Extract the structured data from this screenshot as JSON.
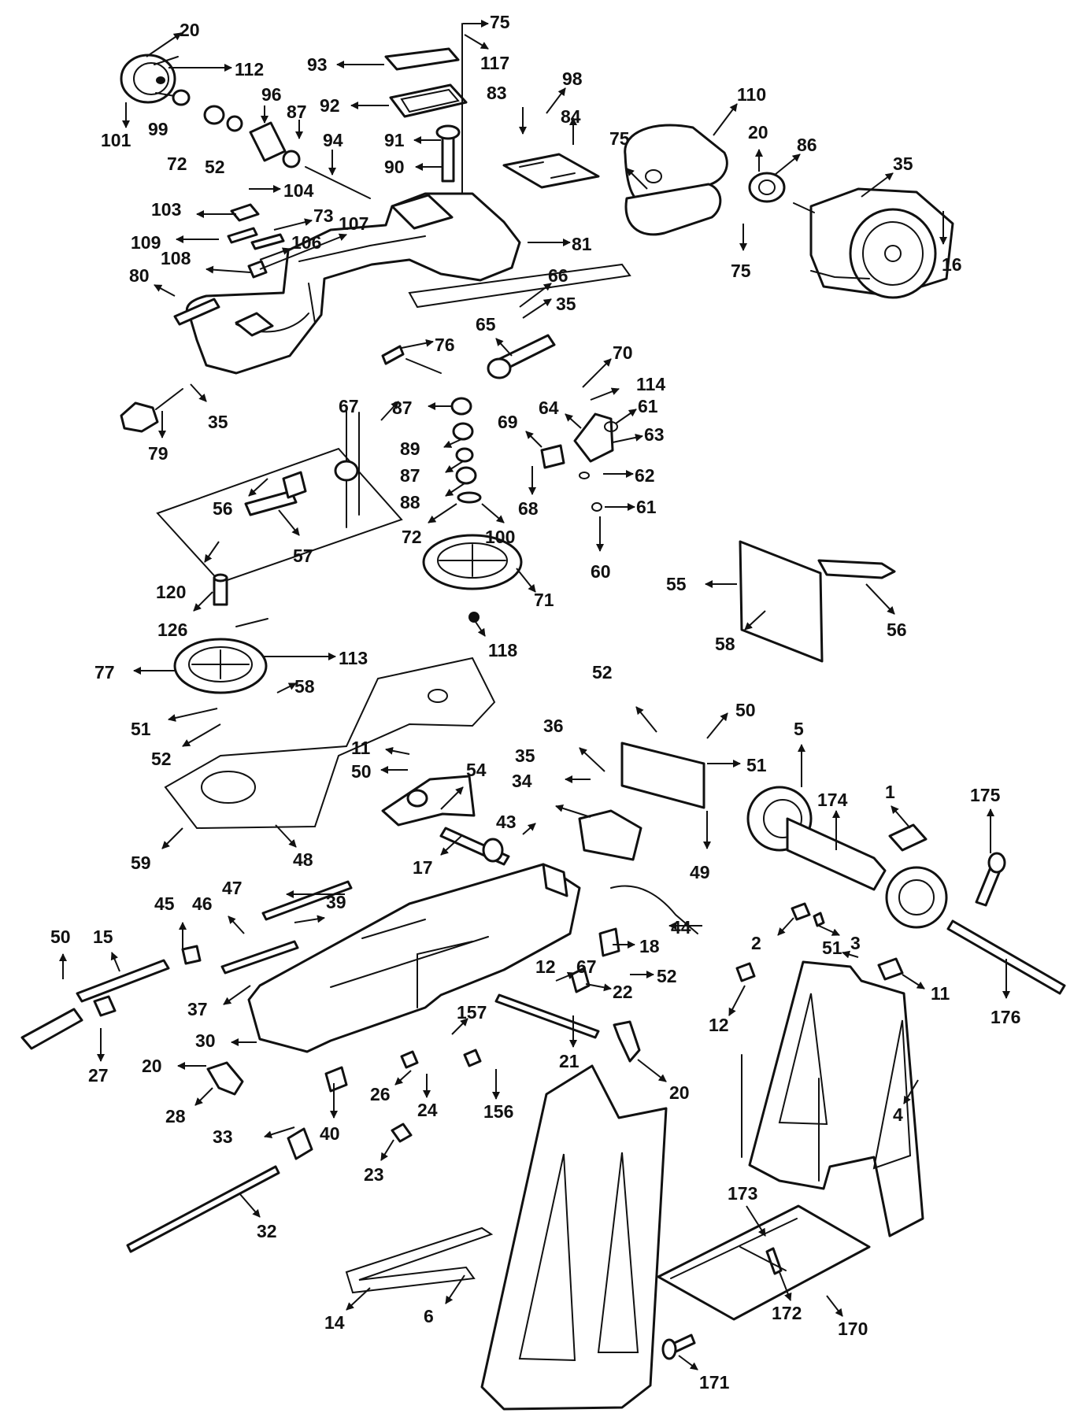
{
  "colors": {
    "ink": "#111111",
    "paper": "#ffffff"
  },
  "labels": {
    "20": "20",
    "112": "112",
    "101": "101",
    "99": "99",
    "72": "72",
    "96": "96",
    "87": "87",
    "94": "94",
    "52": "52",
    "104": "104",
    "103": "103",
    "109": "109",
    "73": "73",
    "106": "106",
    "107": "107",
    "108": "108",
    "80": "80",
    "93": "93",
    "92": "92",
    "75": "75",
    "117": "117",
    "91": "91",
    "90": "90",
    "83": "83",
    "98": "98",
    "84": "84",
    "110": "110",
    "86": "86",
    "35": "35",
    "16": "16",
    "81": "81",
    "66": "66",
    "65": "65",
    "76": "76",
    "79": "79",
    "67": "67",
    "89": "89",
    "88": "88",
    "100": "100",
    "71": "71",
    "118": "118",
    "70": "70",
    "114": "114",
    "61": "61",
    "64": "64",
    "69": "69",
    "63": "63",
    "62": "62",
    "68": "68",
    "60": "60",
    "55": "55",
    "58": "58",
    "56": "56",
    "57": "57",
    "120": "120",
    "126": "126",
    "77": "77",
    "113": "113",
    "51": "51",
    "11": "11",
    "50": "50",
    "54": "54",
    "59": "59",
    "48": "48",
    "36": "36",
    "34": "34",
    "17": "17",
    "43": "43",
    "5": "5",
    "174": "174",
    "1": "1",
    "175": "175",
    "49": "49",
    "47": "47",
    "46": "46",
    "45": "45",
    "39": "39",
    "15": "15",
    "44": "44",
    "18": "18",
    "2": "2",
    "3": "3",
    "12": "12",
    "22": "22",
    "37": "37",
    "30": "30",
    "27": "27",
    "28": "28",
    "157": "157",
    "21": "21",
    "176": "176",
    "26": "26",
    "24": "24",
    "156": "156",
    "4": "4",
    "33": "33",
    "40": "40",
    "23": "23",
    "32": "32",
    "173": "173",
    "14": "14",
    "6": "6",
    "172": "172",
    "170": "170",
    "171": "171"
  }
}
